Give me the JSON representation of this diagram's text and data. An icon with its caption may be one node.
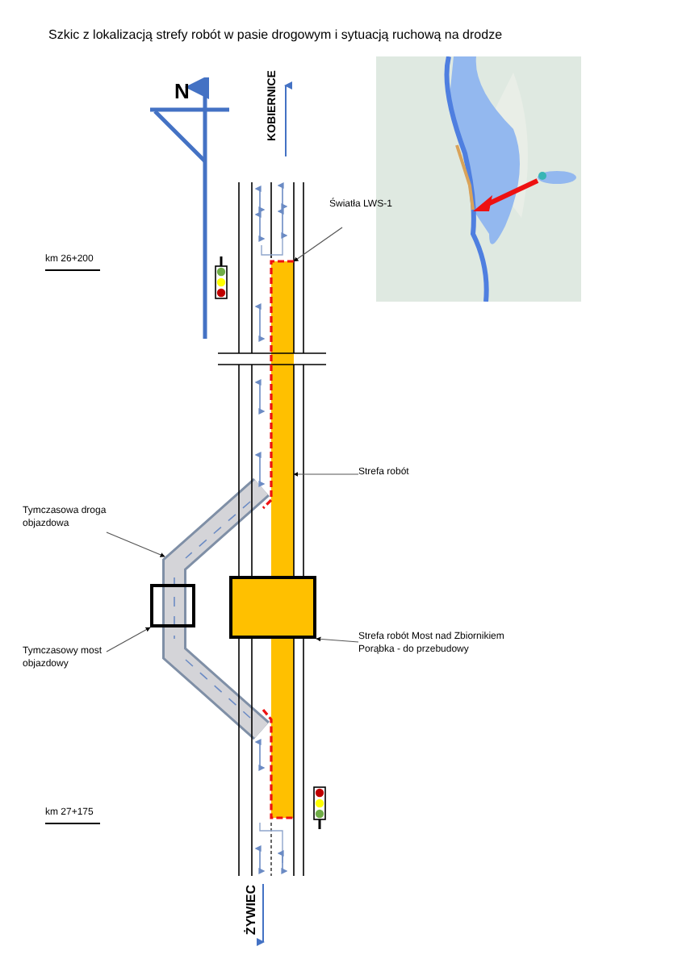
{
  "diagram": {
    "title": "Szkic z lokalizacją strefy robót w pasie drogowym i sytuacją ruchową na drodze",
    "nodes": [
      {
        "text": [
          "Światła LWS-1"
        ]
      },
      {
        "text": [
          "Strefa robót"
        ]
      },
      {
        "text": [
          "Tymczasowa droga objazdowa"
        ]
      },
      {
        "text": [
          "Tymczasowy most objazdowy"
        ]
      },
      {
        "text": [
          "Strefa robót Most nad Zbiornikiem Porąbka - do przebudowy"
        ]
      },
      {
        "text": [],
        "shape": "bar"
      },
      {
        "text": [],
        "shape": "bar"
      },
      {
        "text": [],
        "shape": "box"
      },
      {
        "text": [],
        "shape": "box"
      }
    ],
    "edges": [
      {
        "from": 0,
        "to": 5,
        "arrow": "to"
      },
      {
        "from": 1,
        "to": 5,
        "arrow": "to"
      },
      {
        "from": 2,
        "to": 6,
        "arrow": "to"
      },
      {
        "from": 3,
        "to": 7,
        "arrow": "to"
      },
      {
        "from": 4,
        "to": 8,
        "arrow": "to"
      }
    ],
    "labels": [
      "N",
      "KOBIERNICE",
      "km 26+200",
      "km 27+175",
      "ŻYWIEC"
    ]
  }
}
